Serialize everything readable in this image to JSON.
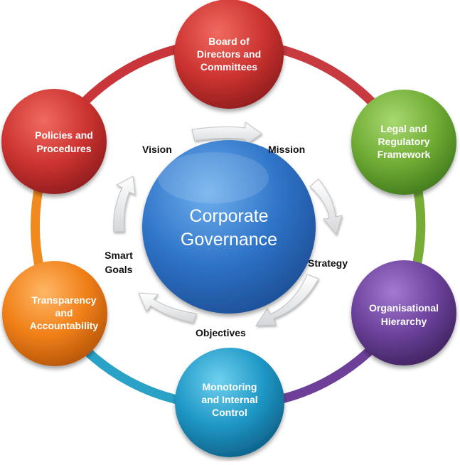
{
  "center": {
    "title_line1": "Corporate",
    "title_line2": "Governance",
    "color": "#2c6fc4"
  },
  "nodes": [
    {
      "id": "board",
      "lines": [
        "Board of",
        "Directors and",
        "Committees"
      ],
      "color": "#c8302f",
      "ring_color": "#c73a3f"
    },
    {
      "id": "legal",
      "lines": [
        "Legal and",
        "Regulatory",
        "Framework"
      ],
      "color": "#6aa832",
      "ring_color": "#77ad37"
    },
    {
      "id": "hierarchy",
      "lines": [
        "Organisational",
        "Hierarchy"
      ],
      "color": "#6b3f9a",
      "ring_color": "#6e3f98"
    },
    {
      "id": "monitoring",
      "lines": [
        "Monotoring",
        "and Internal",
        "Control"
      ],
      "color": "#1b95c3",
      "ring_color": "#2aa2c7"
    },
    {
      "id": "transparency",
      "lines": [
        "Transparency",
        "and",
        "Accountability"
      ],
      "color": "#ee7d15",
      "ring_color": "#f08a1e"
    },
    {
      "id": "policies",
      "lines": [
        "Policies and",
        "Procedures"
      ],
      "color": "#c9302c",
      "ring_color": "#c8353a"
    }
  ],
  "cycle_labels": {
    "vision": "Vision",
    "mission": "Mission",
    "strategy": "Strategy",
    "objectives": "Objectives",
    "smart_goals_line1": "Smart",
    "smart_goals_line2": "Goals"
  }
}
